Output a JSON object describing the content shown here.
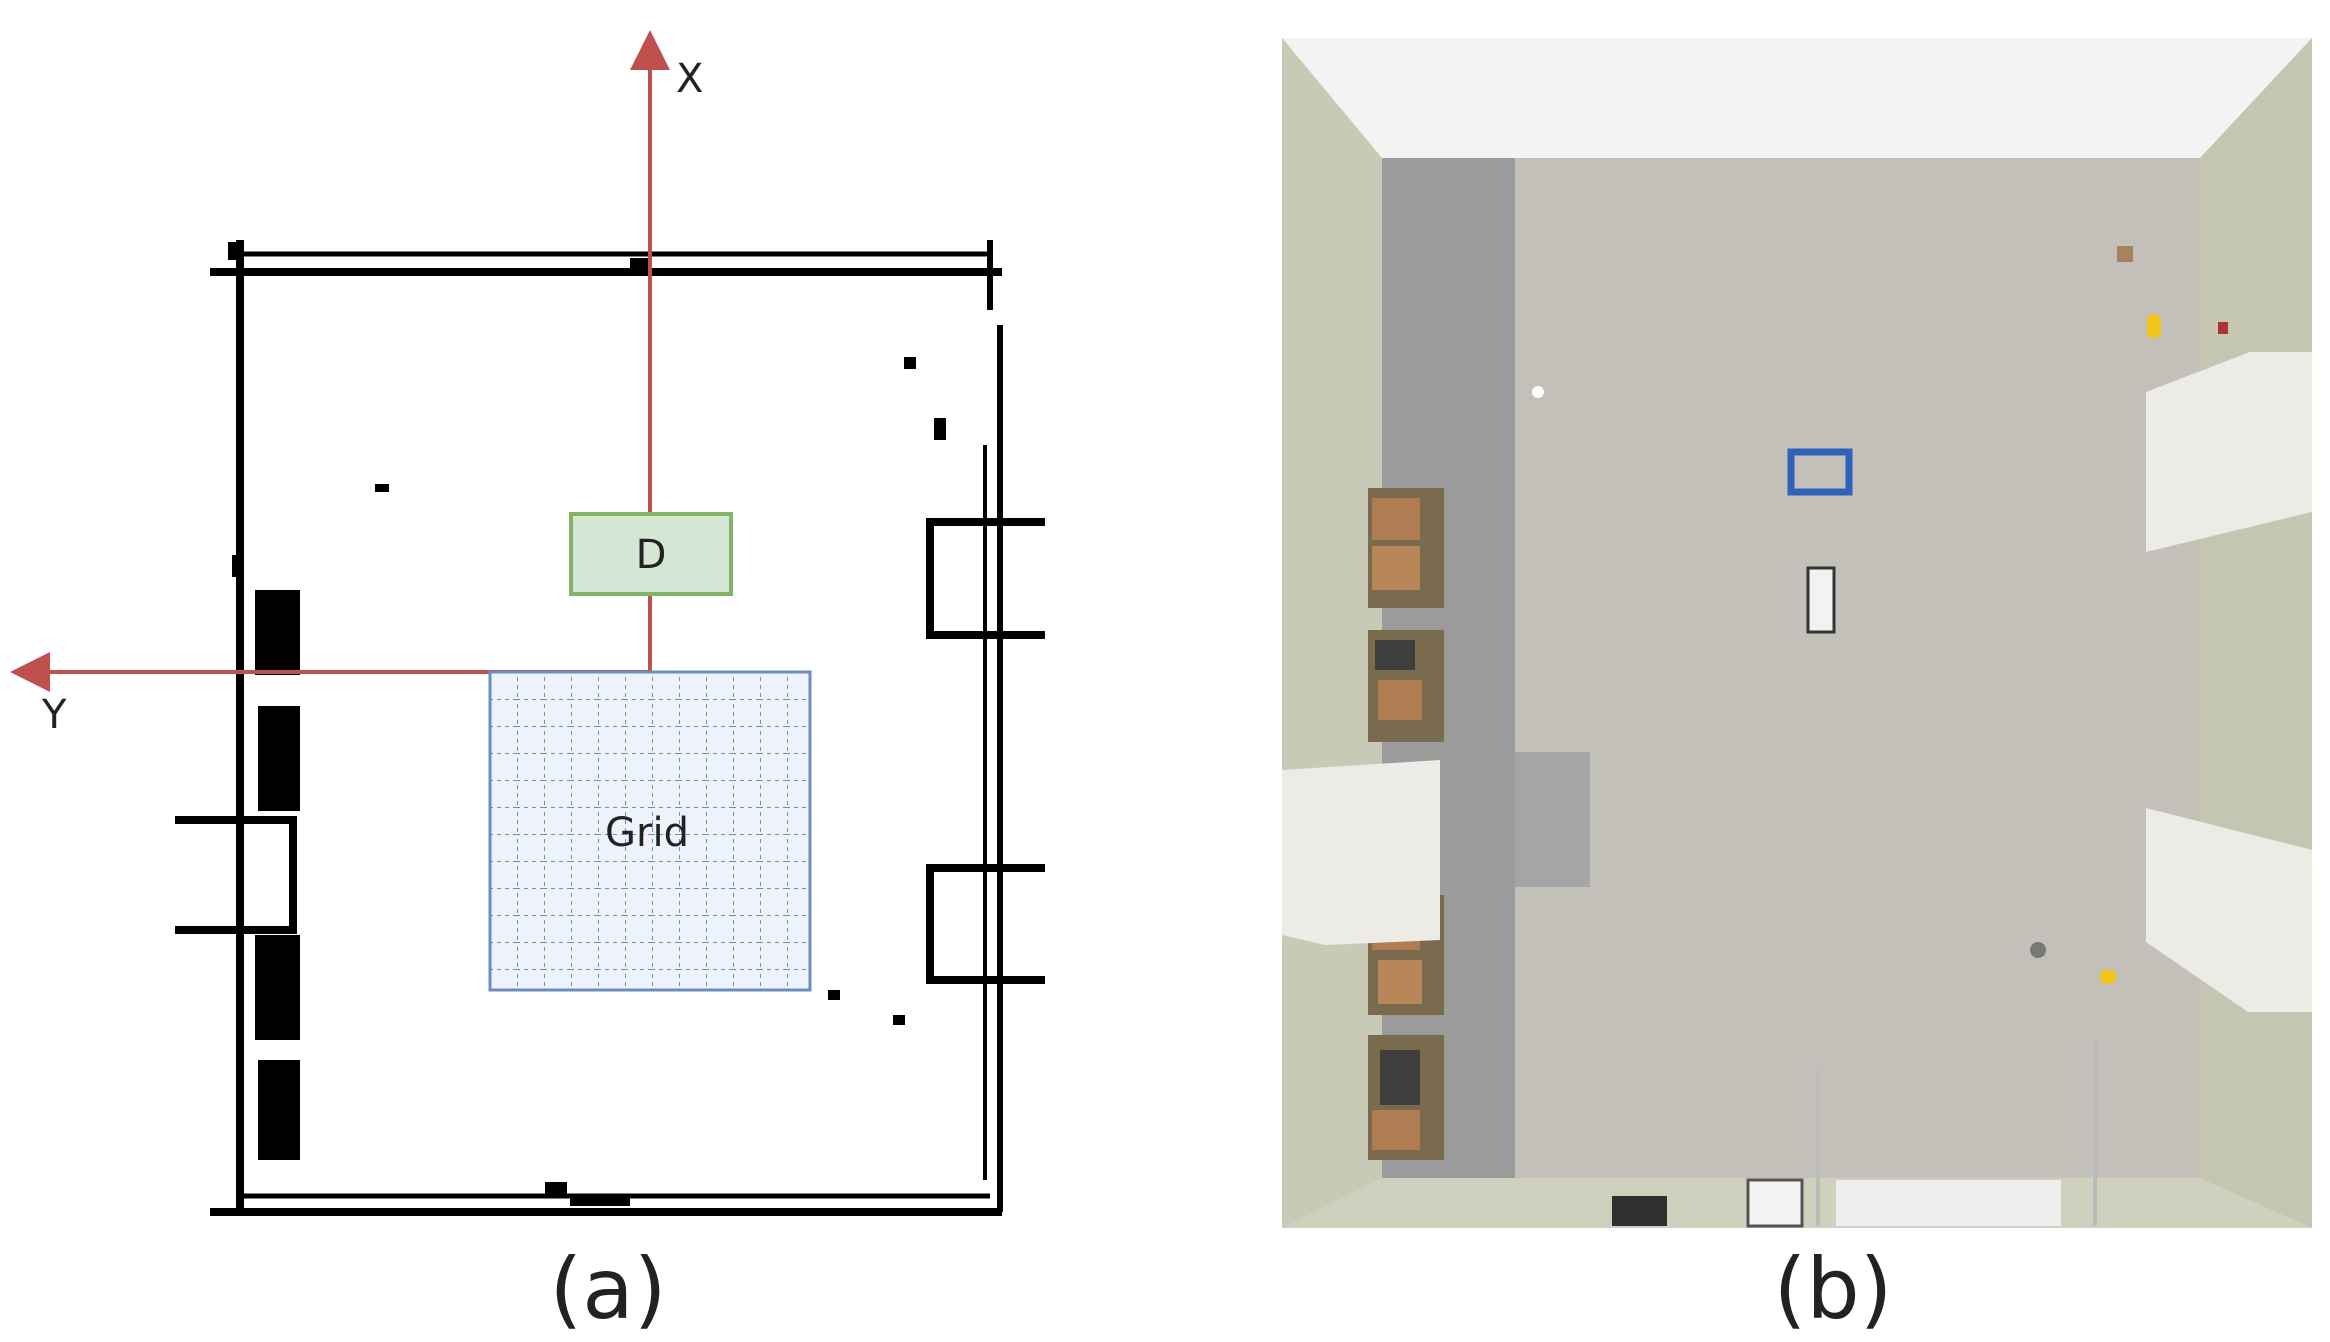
{
  "panel_a": {
    "caption": "(a)",
    "x_axis_label": "X",
    "y_axis_label": "Y",
    "block_label": "D",
    "grid_label": "Grid",
    "colors": {
      "axis": "#c0504d",
      "block_fill": "#d4e6d4",
      "block_stroke": "#82b366",
      "grid_fill": "#eaf1fb",
      "grid_stroke": "#6c8ebf",
      "walls": "#000000"
    }
  },
  "panel_b": {
    "caption": "(b)",
    "colors": {
      "floor": "#c3c0b9",
      "floor_dark": "#9a9a9a",
      "wall": "#cfcfbd",
      "box": "#b07d52",
      "shelf": "#e9e7e2"
    }
  }
}
